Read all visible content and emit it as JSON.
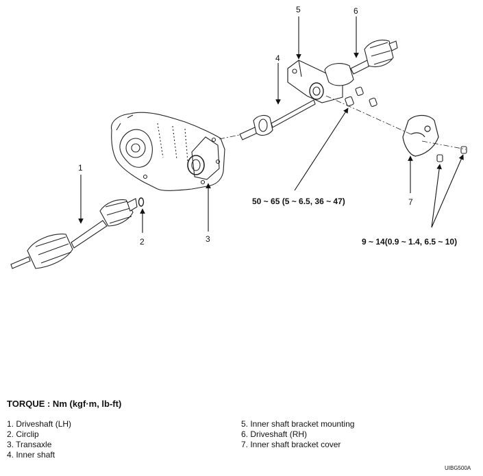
{
  "callouts": {
    "c1": "1",
    "c2": "2",
    "c3": "3",
    "c4": "4",
    "c5": "5",
    "c6": "6",
    "c7": "7"
  },
  "torque_specs": {
    "bracket_bolts": "50 ~ 65 (5 ~ 6.5, 36 ~ 47)",
    "cover_bolts": "9 ~ 14(0.9 ~ 1.4, 6.5 ~ 10)"
  },
  "legend": {
    "title": "TORQUE : Nm (kgf·m, lb-ft)",
    "left_items": [
      "1. Driveshaft (LH)",
      "2. Circlip",
      "3. Transaxle",
      "4. Inner shaft"
    ],
    "right_items": [
      "5. Inner shaft bracket mounting",
      "6. Driveshaft (RH)",
      "7. Inner shaft bracket cover"
    ]
  },
  "doc_code": "UIBG500A"
}
